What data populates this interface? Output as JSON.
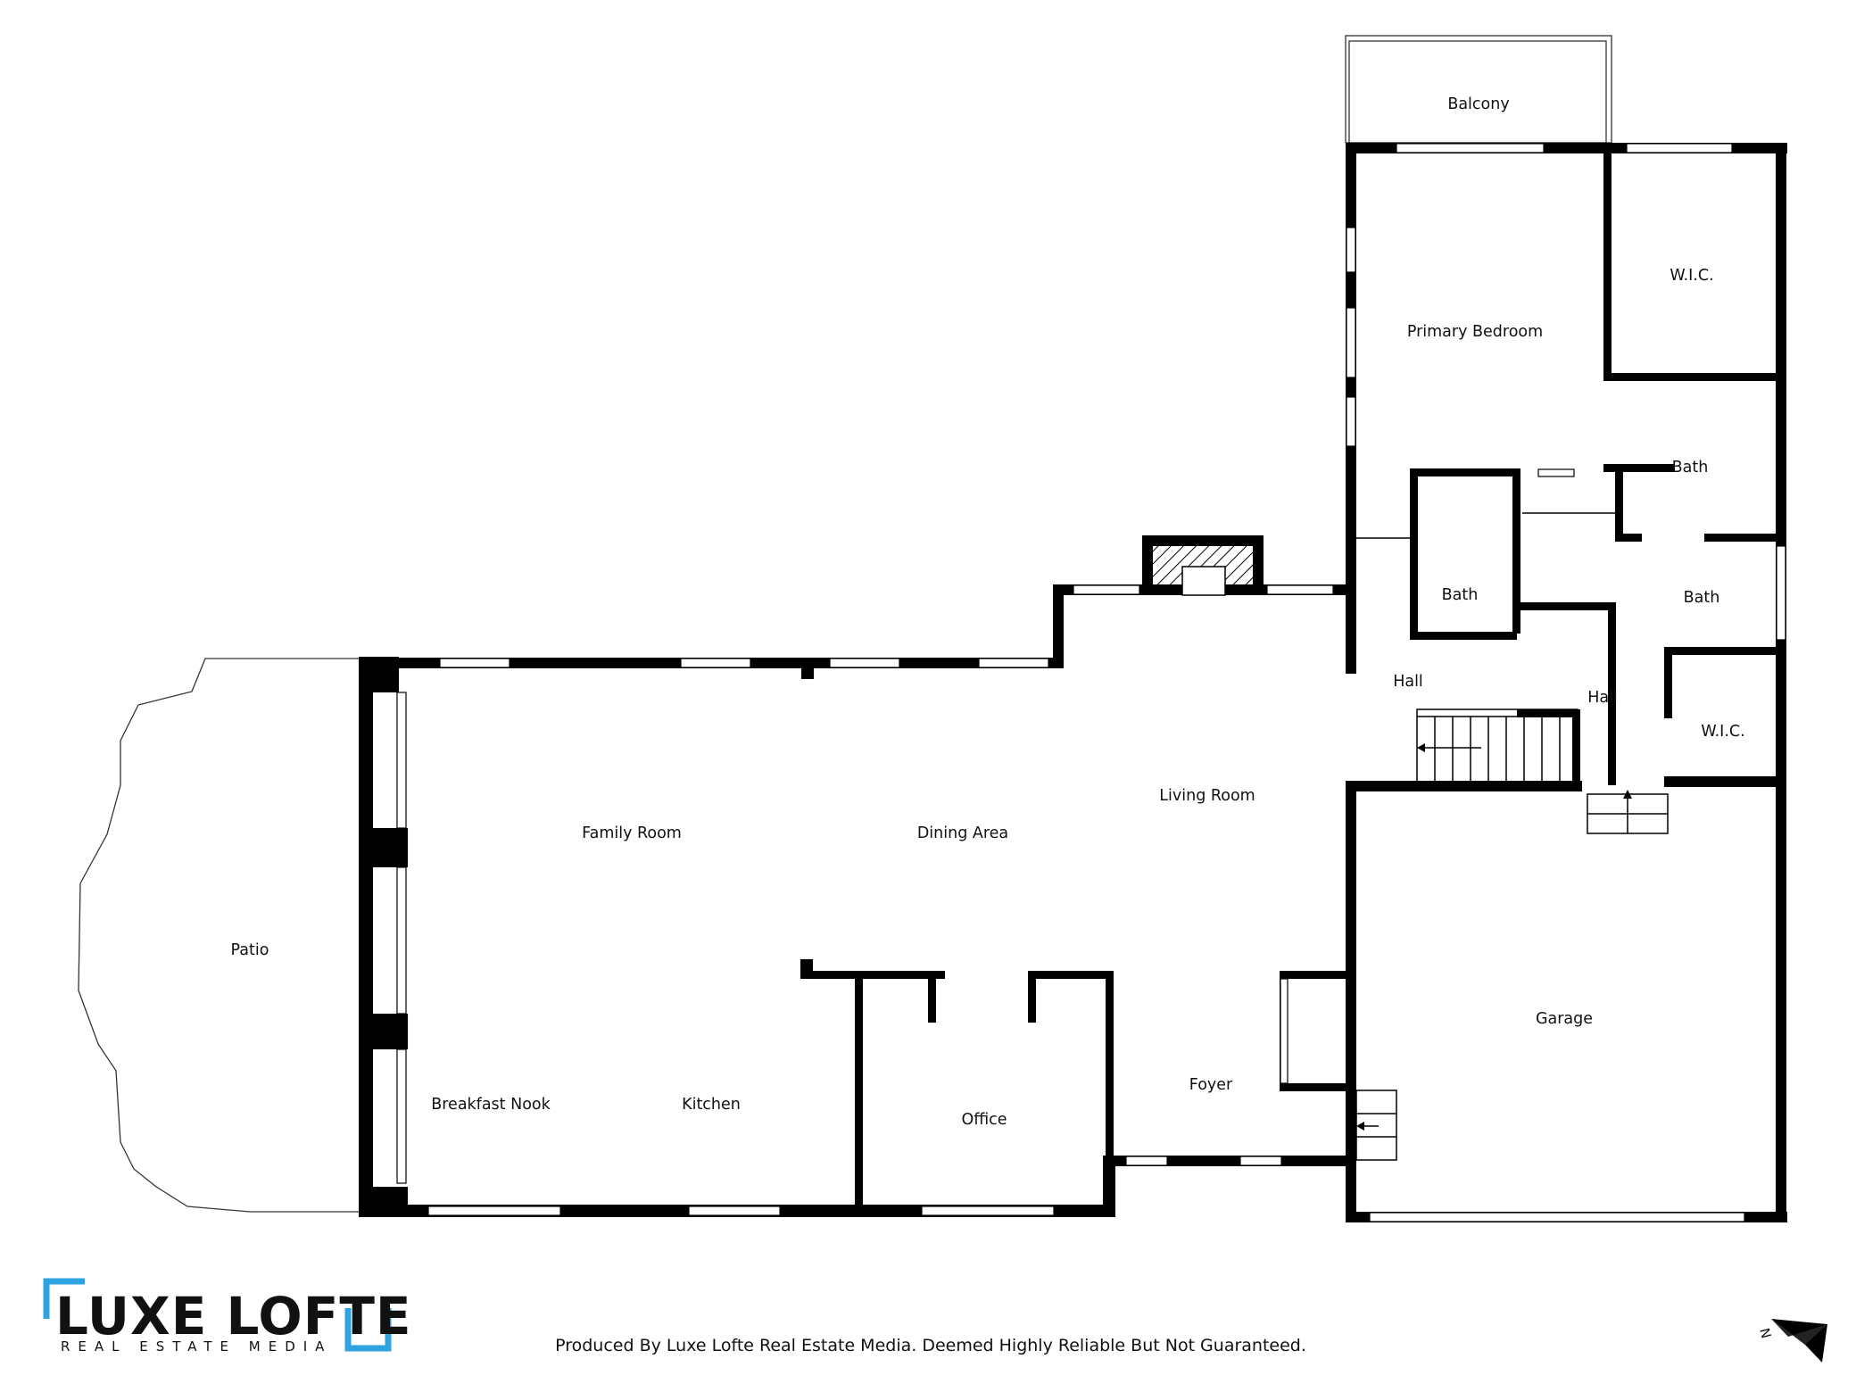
{
  "rooms": {
    "balcony": "Balcony",
    "primary_bedroom": "Primary Bedroom",
    "wic_upper": "W.I.C.",
    "bath_upper": "Bath",
    "bath_left": "Bath",
    "bath_right": "Bath",
    "hall_left": "Hall",
    "hall_right": "Hall",
    "wic_lower": "W.I.C.",
    "living_room": "Living Room",
    "family_room": "Family Room",
    "dining_area": "Dining Area",
    "patio": "Patio",
    "garage": "Garage",
    "foyer": "Foyer",
    "breakfast_nook": "Breakfast Nook",
    "kitchen": "Kitchen",
    "office": "Office"
  },
  "logo": {
    "name": "LUXE LOFTE",
    "tagline": "REAL ESTATE MEDIA",
    "accent_color": "#2ea3e0"
  },
  "disclaimer": "Produced By Luxe Lofte Real Estate Media. Deemed Highly Reliable But Not Guaranteed.",
  "compass": {
    "label": "N",
    "icon": "north-arrow-icon"
  }
}
